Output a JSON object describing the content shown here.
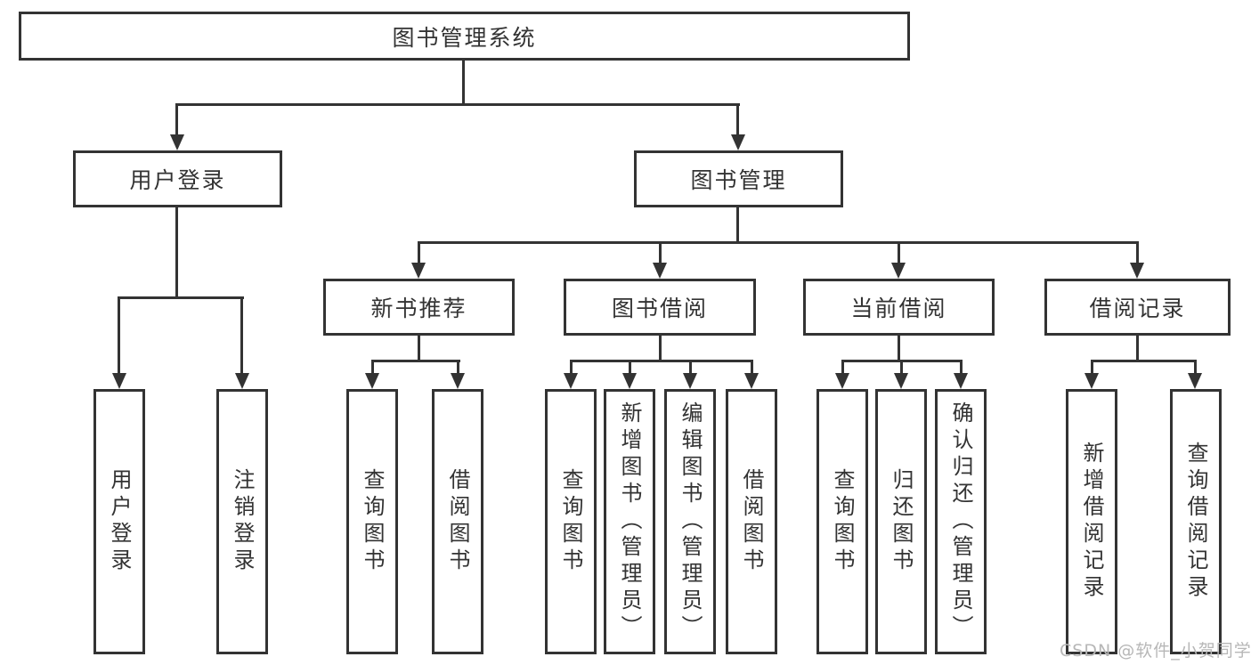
{
  "diagram": {
    "title": "图书管理系统",
    "root": {
      "label": "图书管理系统"
    },
    "branches": [
      {
        "label": "用户登录",
        "children": [
          {
            "label": "用户登录"
          },
          {
            "label": "注销登录"
          }
        ]
      },
      {
        "label": "图书管理",
        "children": [
          {
            "label": "新书推荐",
            "children": [
              {
                "label": "查询图书"
              },
              {
                "label": "借阅图书"
              }
            ]
          },
          {
            "label": "图书借阅",
            "children": [
              {
                "label": "查询图书"
              },
              {
                "label": "新增图书（管理员）"
              },
              {
                "label": "编辑图书（管理员）"
              },
              {
                "label": "借阅图书"
              }
            ]
          },
          {
            "label": "当前借阅",
            "children": [
              {
                "label": "查询图书"
              },
              {
                "label": "归还图书"
              },
              {
                "label": "确认归还（管理员）"
              }
            ]
          },
          {
            "label": "借阅记录",
            "children": [
              {
                "label": "新增借阅记录"
              },
              {
                "label": "查询借阅记录"
              }
            ]
          }
        ]
      }
    ]
  },
  "watermark": {
    "text": "CSDN @软件_小贺同学"
  },
  "colors": {
    "line": "#333333",
    "text": "#333333",
    "background": "#ffffff",
    "watermark": "#b7b7b7"
  }
}
